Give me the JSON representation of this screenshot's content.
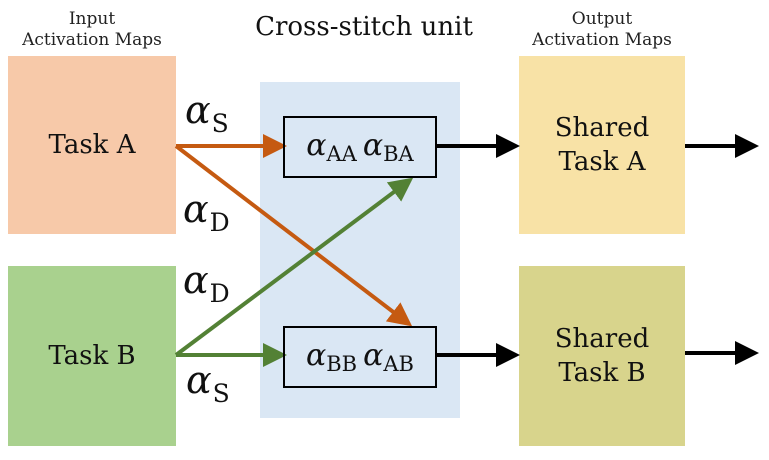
{
  "input_caption": {
    "line1": "Input",
    "line2": "Activation Maps"
  },
  "output_caption": {
    "line1": "Output",
    "line2": "Activation Maps"
  },
  "unit_title": "Cross-stitch unit",
  "input_a": {
    "label": "Task A",
    "color": "#f7c9a9"
  },
  "input_b": {
    "label": "Task B",
    "color": "#a9d18e"
  },
  "unit_bg_color": "#dae7f4",
  "cell_top": {
    "left_sub": "AA",
    "right_sub": "BA"
  },
  "cell_bottom": {
    "left_sub": "BB",
    "right_sub": "AB"
  },
  "alpha_symbol": "α",
  "weights": {
    "same": "S",
    "different": "D"
  },
  "output_a": {
    "line1": "Shared",
    "line2": "Task A",
    "color": "#f8e2a6"
  },
  "output_b": {
    "line1": "Shared",
    "line2": "Task B",
    "color": "#d8d48c"
  },
  "arrow_colors": {
    "task_a": "#c55a11",
    "task_b": "#538135",
    "output": "#000000"
  }
}
